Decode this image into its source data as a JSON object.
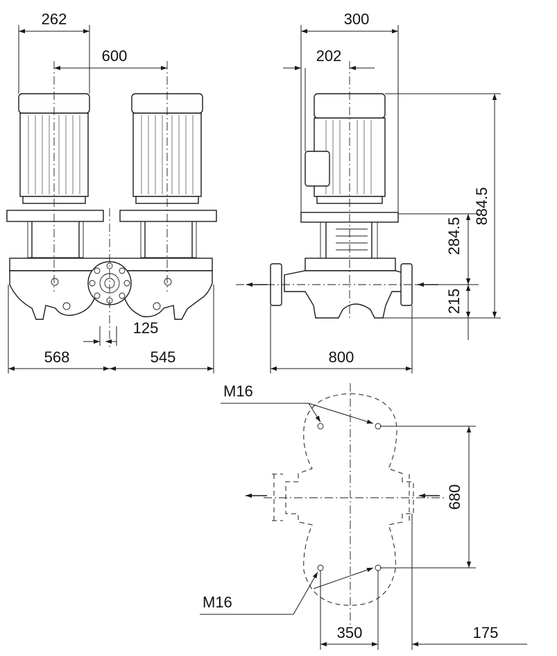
{
  "views": {
    "front": {
      "dimensions": {
        "motor_width": "262",
        "motor_spacing": "600",
        "flange_offset": "125",
        "left_span": "568",
        "right_span": "545"
      }
    },
    "side": {
      "dimensions": {
        "motor_width": "300",
        "motor_offset": "202",
        "total_height": "884.5",
        "flange_to_base": "284.5",
        "pipe_height": "215",
        "port_to_port": "800"
      }
    },
    "plan": {
      "bolt_label_top": "M16",
      "bolt_label_bottom": "M16",
      "dimensions": {
        "bolt_spacing_vertical": "680",
        "bolt_spacing_horizontal": "350",
        "bolt_offset": "175"
      }
    }
  }
}
